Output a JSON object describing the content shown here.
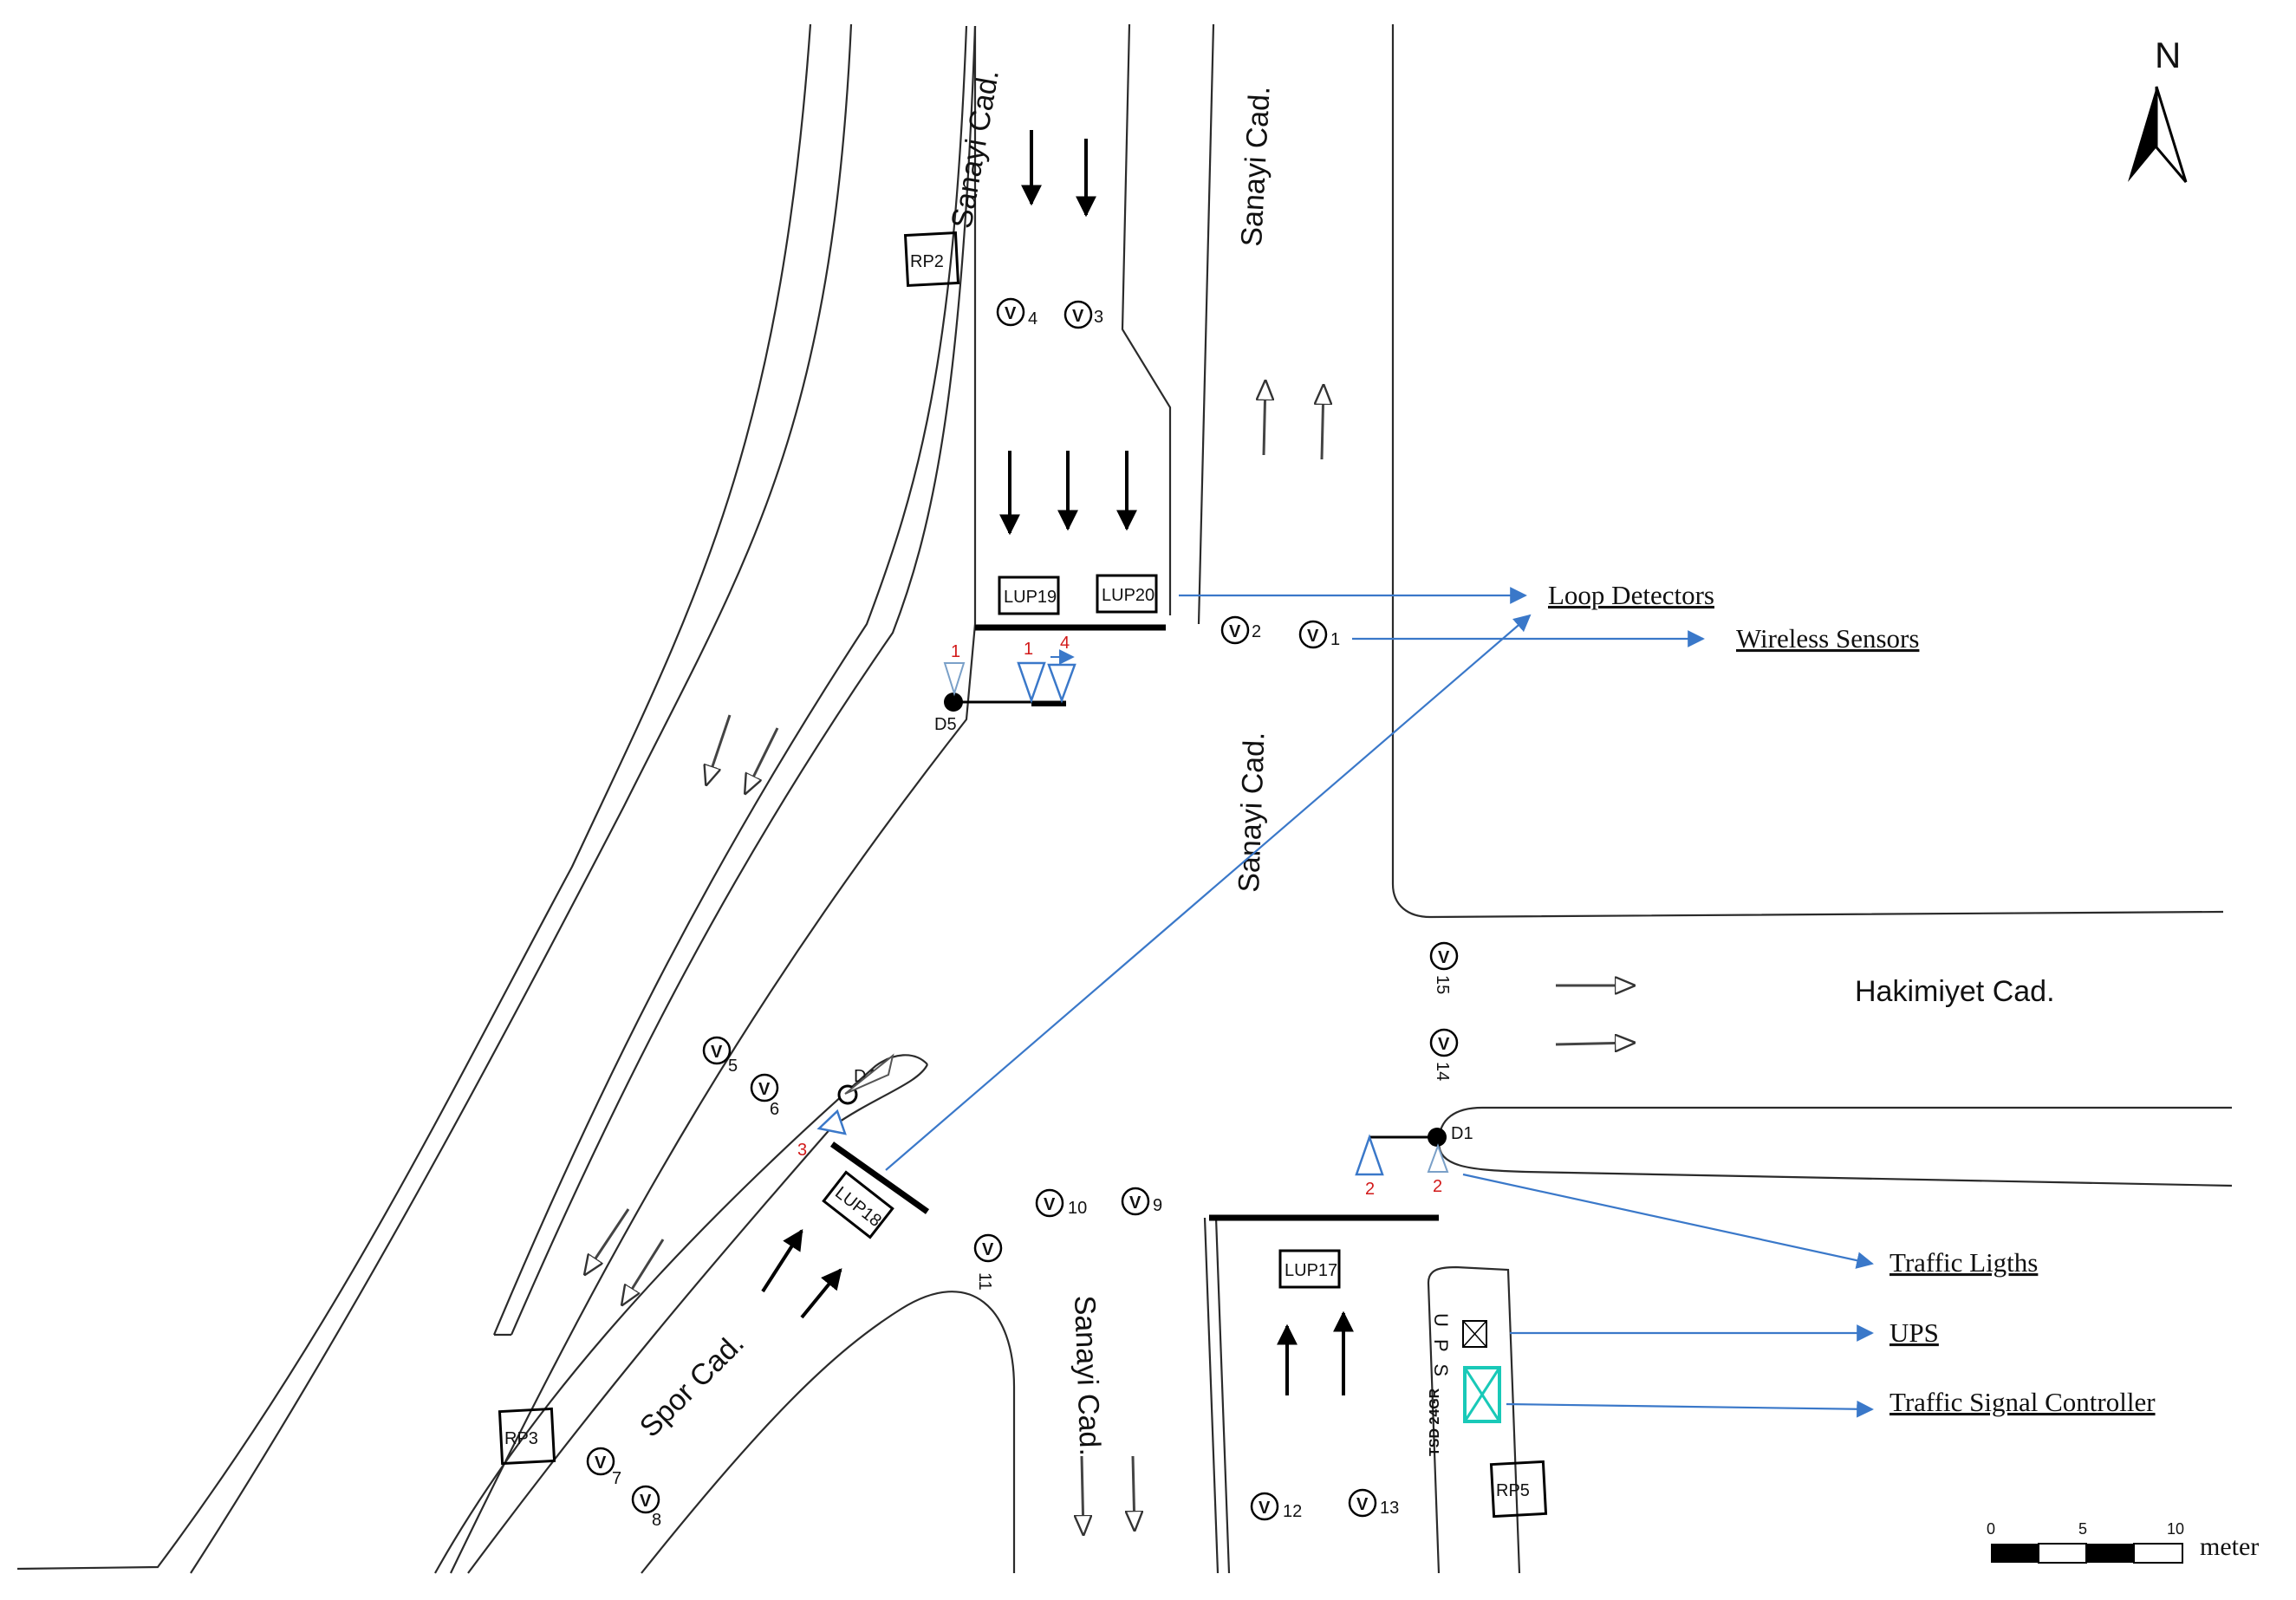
{
  "north_label": "N",
  "streets": {
    "north_left": "Sanayi Cad.",
    "north_right": "Sanayi Cad.",
    "center": "Sanayi Cad.",
    "south": "Sanayi Cad.",
    "east": "Hakimiyet Cad.",
    "southwest": "Spor Cad."
  },
  "reference_points": [
    "RP2",
    "RP3",
    "RP5"
  ],
  "loop_detectors": [
    "LUP19",
    "LUP20",
    "LUP18",
    "LUP17"
  ],
  "detector_poles": [
    "D5",
    "D4",
    "D1"
  ],
  "wireless_sensors": [
    "1",
    "2",
    "3",
    "4",
    "5",
    "6",
    "7",
    "8",
    "9",
    "10",
    "11",
    "12",
    "13",
    "14",
    "15"
  ],
  "sensor_symbol": "V",
  "signal_group_numbers": [
    "1",
    "1",
    "4",
    "3",
    "2",
    "2"
  ],
  "equipment": {
    "ups_vertical": "U P S",
    "controller_model": "TSD 24GR"
  },
  "annotations": {
    "loop_detectors": "Loop Detectors",
    "wireless_sensors": "Wireless Sensors",
    "traffic_lights": "Traffic Ligths",
    "ups": "UPS",
    "controller": "Traffic Signal Controller"
  },
  "scale_bar": {
    "ticks": [
      "0",
      "5",
      "10"
    ],
    "unit": "meter"
  },
  "colors": {
    "leader_lines": "#3a78c9",
    "signal_numbers": "#d21a1a",
    "controller_box": "#19c9b8"
  }
}
